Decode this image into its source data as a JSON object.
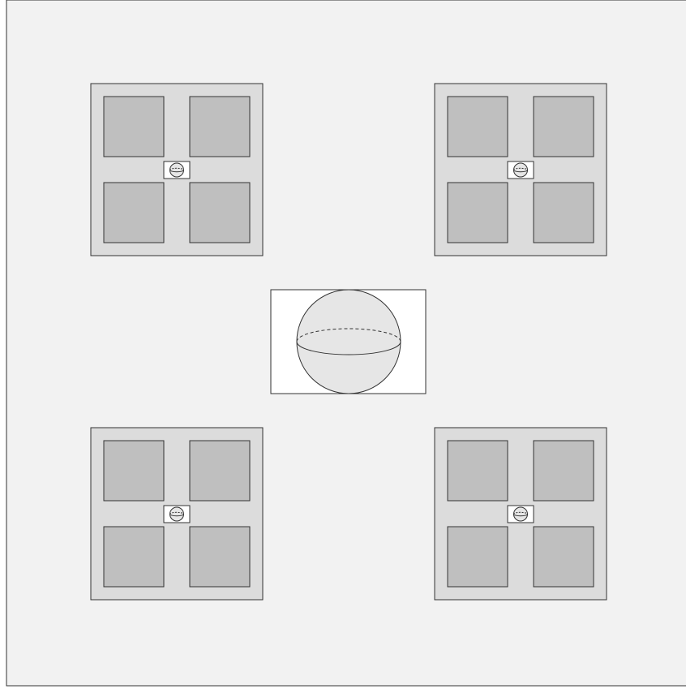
{
  "colors": {
    "background": "#f2f2f2",
    "frame": "#333333",
    "tile": "#dcdcdc",
    "tile_cell": "#bfbfbf",
    "badge_bg": "#ffffff",
    "sphere_fill": "#e6e6e6",
    "sphere_panel_bg": "#ffffff"
  },
  "diagram": {
    "tiles": [
      {
        "id": "top-left"
      },
      {
        "id": "top-right"
      },
      {
        "id": "bottom-left"
      },
      {
        "id": "bottom-right"
      }
    ],
    "cells_per_tile": 4,
    "badge_icon": "sphere-icon",
    "center_icon": "sphere-icon"
  }
}
